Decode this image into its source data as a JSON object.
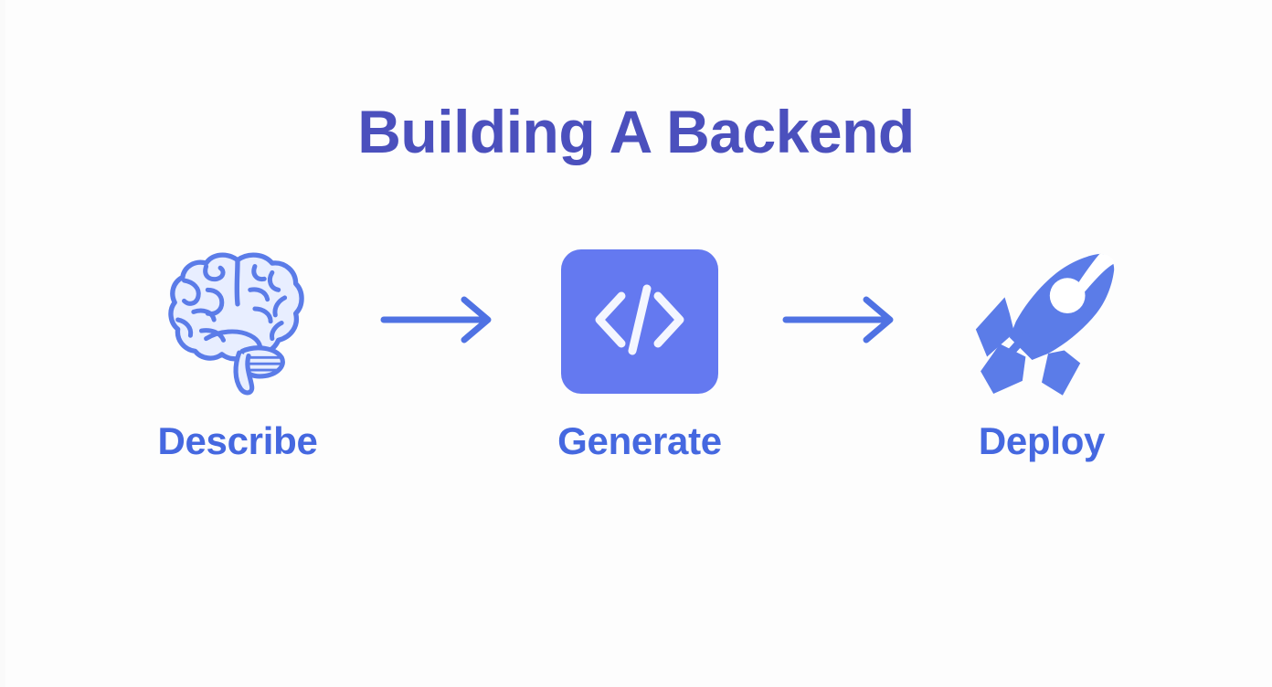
{
  "page": {
    "background_color": "#fdfdfd",
    "title": "Building A Backend",
    "title_color": "#4b50bd"
  },
  "theme": {
    "accent_blue": "#4568e0",
    "icon_blue": "#5b7ce8",
    "tile_blue": "#6479f0",
    "brain_fill": "#e8eeff",
    "glyph_white": "#f4f6ff"
  },
  "flow": {
    "steps": [
      {
        "label": "Describe",
        "icon": "brain-icon",
        "icon_style": "outline"
      },
      {
        "label": "Generate",
        "icon": "code-brackets-icon",
        "icon_style": "filled-tile"
      },
      {
        "label": "Deploy",
        "icon": "rocket-icon",
        "icon_style": "solid"
      }
    ],
    "connectors": [
      {
        "icon": "arrow-right-icon",
        "direction": "right"
      },
      {
        "icon": "arrow-right-icon",
        "direction": "right"
      }
    ]
  }
}
